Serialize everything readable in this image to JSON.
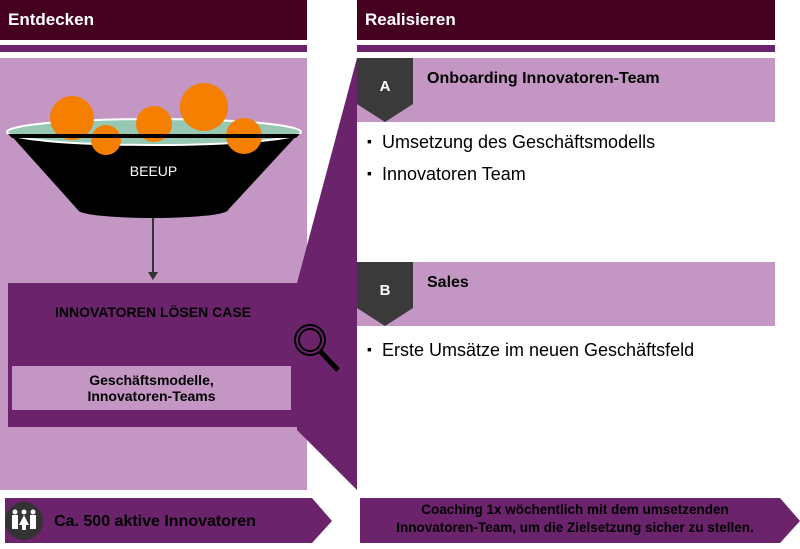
{
  "left": {
    "header": "Entdecken",
    "funnel_label": "BEEUP",
    "case_title": "INNOVATOREN LÖSEN CASE",
    "case_result_line1": "Geschäftsmodelle,",
    "case_result_line2": "Innovatoren-Teams",
    "footer": "Ca. 500 aktive Innovatoren"
  },
  "right": {
    "header": "Realisieren",
    "sections": [
      {
        "badge": "A",
        "title": "Onboarding Innovatoren-Team",
        "bullets": [
          "Umsetzung des Geschäftsmodells",
          "Innovatoren Team"
        ]
      },
      {
        "badge": "B",
        "title": "Sales",
        "bullets": [
          "Erste Umsätze im neuen Geschäftsfeld"
        ]
      }
    ],
    "footer_line1": "Coaching 1x wöchentlich mit dem umsetzenden",
    "footer_line2": "Innovatoren-Team, um die Zielsetzung sicher zu stellen."
  },
  "colors": {
    "dark": "#45001f",
    "purple": "#6b246b",
    "light": "#c396c3",
    "badge": "#3a3a3a",
    "orange": "#f57f00",
    "water": "#96c8b4"
  }
}
